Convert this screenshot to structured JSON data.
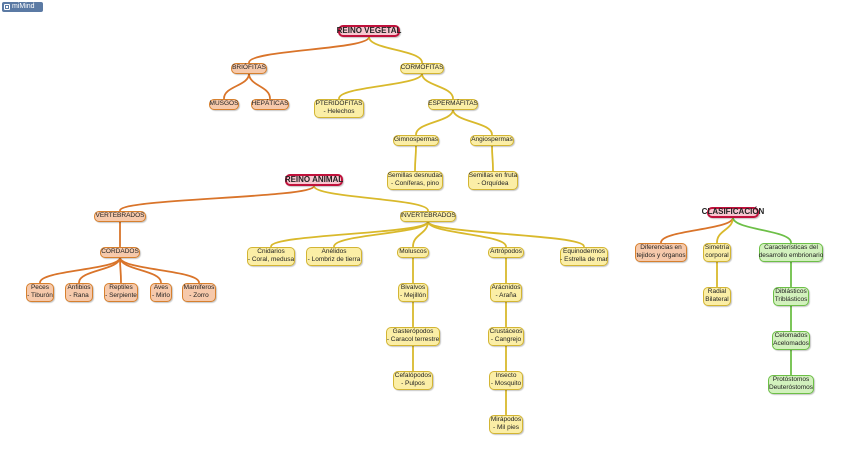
{
  "app": {
    "logo_text": "miMind"
  },
  "colors": {
    "orange_link": "#d9742a",
    "yellow_link": "#d9b92c",
    "green_link": "#6dbf47",
    "root_border": "#c0123c"
  },
  "nodes": {
    "reino_vegetal": "REINO VEGETAL",
    "briofitas": "BRIÓFITAS",
    "cormofitas": "CORMÓFITAS",
    "musgos": "MUSGOS",
    "hepaticas": "HEPÁTICAS",
    "pteridofitas": [
      "PTERIDÓFITAS",
      "- Helechos"
    ],
    "espermafitas": "ESPERMÁFITAS",
    "gimnospermas": "Gimnospermas",
    "angiospermas": "Angiospermas",
    "semillas_desnudas": [
      "Semillas desnudas",
      "- Coníferas, pino"
    ],
    "semillas_fruta": [
      "Semillas en fruta",
      "- Orquídea"
    ],
    "reino_animal": "REINO ANIMAL",
    "vertebrados": "VERTEBRADOS",
    "invertebrados": "INVERTEBRADOS",
    "cordados": "CORDADOS",
    "peces": [
      "Peces",
      "- Tiburón"
    ],
    "anfibios": [
      "Anfibios",
      "- Rana"
    ],
    "reptiles": [
      "Reptiles",
      "- Serpiente"
    ],
    "aves": [
      "Aves",
      "- Mirlo"
    ],
    "mamiferos": [
      "Mamíferos",
      "- Zorro"
    ],
    "cnidarios": [
      "Cnidarios",
      "- Coral, medusa"
    ],
    "anelidos": [
      "Anélidos",
      "- Lombriz de tierra"
    ],
    "moluscos": "Moluscos",
    "artropodos": "Artrópodos",
    "equinodermos": [
      "Equinodermos",
      "- Estrella de mar"
    ],
    "bivalvos": [
      "Bivalvos",
      "- Mejillón"
    ],
    "gasteropodos": [
      "Gasterópodos",
      "- Caracol terrestre"
    ],
    "cefalopodos": [
      "Cefalópodos",
      "- Pulpos"
    ],
    "aracnidos": [
      "Arácnidos",
      "- Araña"
    ],
    "crustaceos": [
      "Crustáceos",
      "- Cangrejo"
    ],
    "insecto": [
      "Insecto",
      "- Mosquito"
    ],
    "mirapodos": [
      "Mirápodos",
      "- Mil pies"
    ],
    "clasificacion": "CLASIFICACIÓN",
    "diferencias": [
      "Diferencias en",
      "tejidos y órganos"
    ],
    "simetria": [
      "Simetría",
      "corporal"
    ],
    "caracteristicas": [
      "Características del",
      "desarrollo embrionario"
    ],
    "radial": [
      "Radial",
      "Bilateral"
    ],
    "diblasticos": [
      "Diblásticos",
      "Triblásticos"
    ],
    "celomados": [
      "Celomados",
      "Acelomados"
    ],
    "protostomos": [
      "Protóstomos",
      "Deuteróstomos"
    ]
  }
}
